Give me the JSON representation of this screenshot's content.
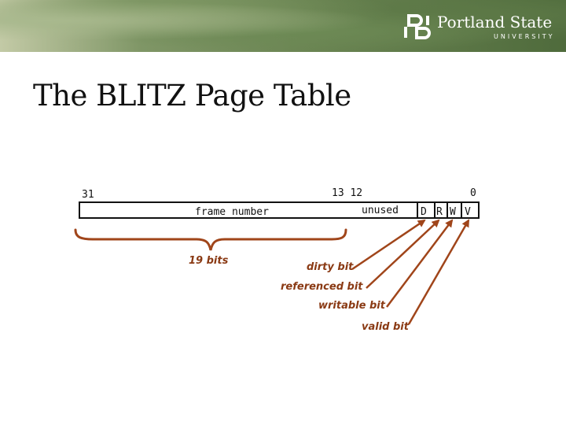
{
  "header": {
    "logo_name": "Portland State",
    "logo_sub": "UNIVERSITY"
  },
  "slide": {
    "title": "The BLITZ Page Table"
  },
  "diagram": {
    "bit_labels": {
      "high": "31",
      "mid": "13 12",
      "low": "0"
    },
    "fields": {
      "frame": "frame number",
      "unused": "unused",
      "dirty": "D",
      "referenced": "R",
      "writable": "W",
      "valid": "V"
    },
    "brace_label": "19 bits",
    "annotations": {
      "dirty": "dirty bit",
      "referenced": "referenced bit",
      "writable": "writable bit",
      "valid": "valid bit"
    },
    "colors": {
      "annotation": "#8a3a14",
      "arrow": "#a0451a"
    }
  }
}
